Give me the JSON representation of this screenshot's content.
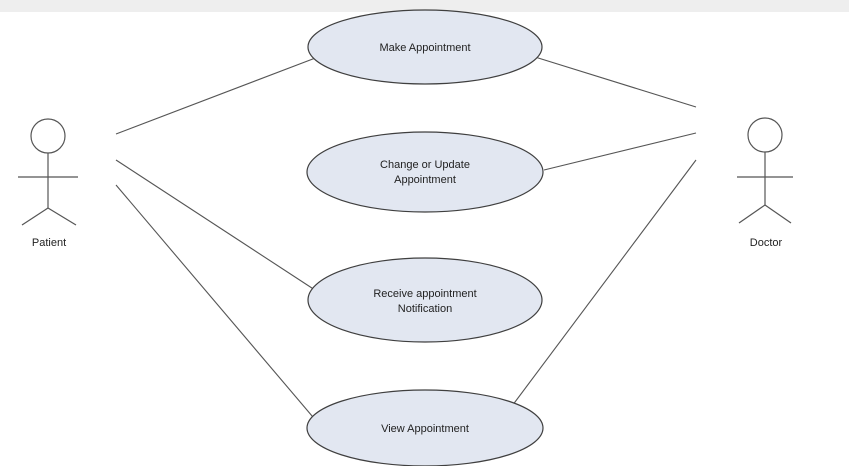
{
  "actors": [
    {
      "id": "patient",
      "label": "Patient"
    },
    {
      "id": "doctor",
      "label": "Doctor"
    }
  ],
  "use_cases": [
    {
      "id": "make_appointment",
      "lines": [
        "Make Appointment"
      ]
    },
    {
      "id": "change_update_appointment",
      "lines": [
        "Change or Update",
        "Appointment"
      ]
    },
    {
      "id": "receive_notification",
      "lines": [
        "Receive appointment",
        "Notification"
      ]
    },
    {
      "id": "view_appointment",
      "lines": [
        "View Appointment"
      ]
    }
  ],
  "associations": [
    {
      "actor": "patient",
      "use_case": "make_appointment"
    },
    {
      "actor": "patient",
      "use_case": "receive_notification"
    },
    {
      "actor": "patient",
      "use_case": "view_appointment"
    },
    {
      "actor": "doctor",
      "use_case": "make_appointment"
    },
    {
      "actor": "doctor",
      "use_case": "change_update_appointment"
    },
    {
      "actor": "doctor",
      "use_case": "view_appointment"
    }
  ],
  "colors": {
    "use_case_fill": "#e2e7f1",
    "use_case_stroke": "#3f3f3f",
    "line": "#555555"
  }
}
